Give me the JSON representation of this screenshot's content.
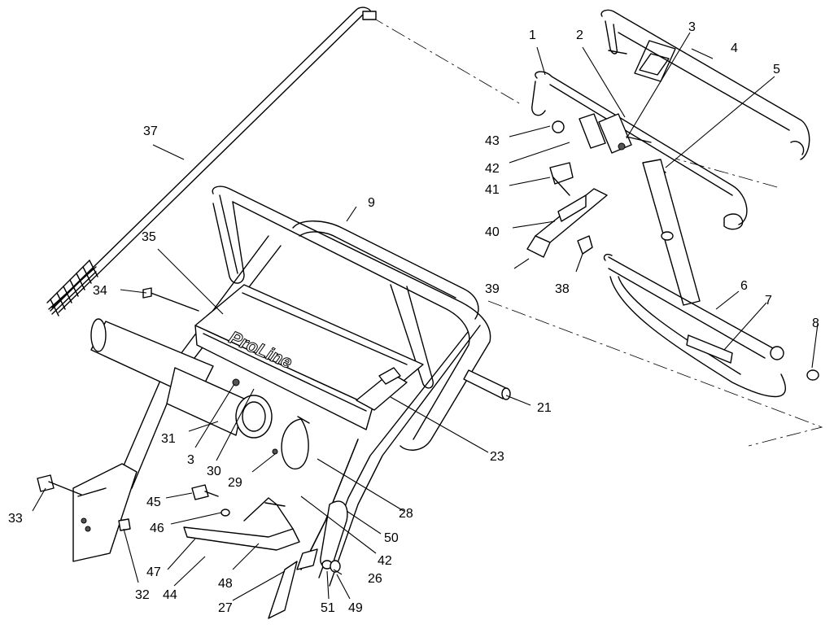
{
  "diagram": {
    "logo_text": "ProLine",
    "callouts": {
      "c1": "1",
      "c2": "2",
      "c3a": "3",
      "c3b": "3",
      "c4": "4",
      "c5": "5",
      "c6": "6",
      "c7": "7",
      "c8": "8",
      "c9": "9",
      "c21": "21",
      "c23": "23",
      "c26": "26",
      "c27": "27",
      "c28": "28",
      "c29": "29",
      "c30": "30",
      "c31": "31",
      "c32": "32",
      "c33": "33",
      "c34": "34",
      "c35": "35",
      "c37": "37",
      "c38": "38",
      "c39": "39",
      "c40": "40",
      "c41": "41",
      "c42a": "42",
      "c42b": "42",
      "c43": "43",
      "c44": "44",
      "c45": "45",
      "c46": "46",
      "c47": "47",
      "c48": "48",
      "c49": "49",
      "c50": "50",
      "c51": "51"
    }
  }
}
